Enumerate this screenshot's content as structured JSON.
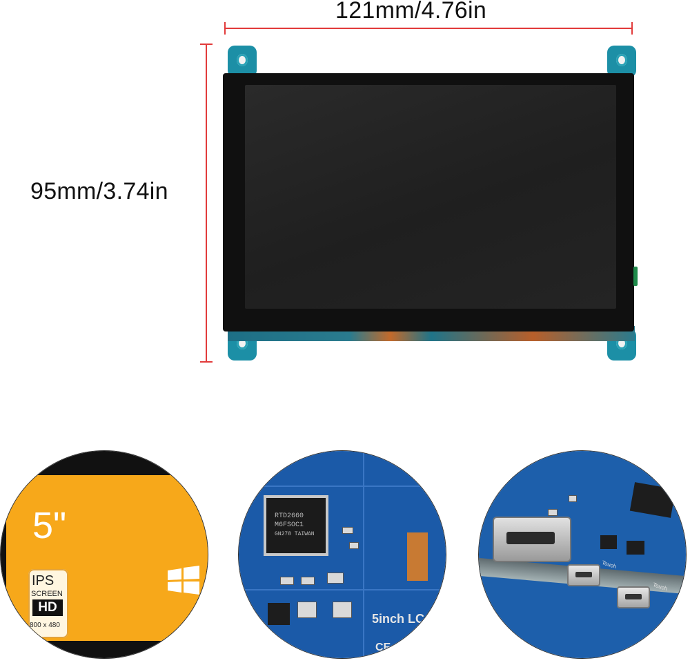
{
  "dimensions": {
    "width_label": "121mm/4.76in",
    "height_label": "95mm/3.74in",
    "line_color": "#e23b3b"
  },
  "detail_1": {
    "size_label": "5\"",
    "badge_ips": "IPS",
    "badge_screen": "SCREEN",
    "badge_hd": "HD",
    "badge_resolution": "800 x 480",
    "accent": "#f7a81a",
    "icon": "windows-logo-icon"
  },
  "detail_2": {
    "chip_line_1": "RTD2660",
    "chip_line_2": "M6FSOC1",
    "chip_line_3": "GN278 TAIWAN",
    "board_label": "5inch LC",
    "ce_mark": "CE",
    "pcb_color": "#1b5aa8"
  },
  "detail_3": {
    "port_label_1": "Touch",
    "port_label_2": "Touch",
    "icons": [
      "hdmi-port-icon",
      "micro-usb-port-icon"
    ]
  }
}
